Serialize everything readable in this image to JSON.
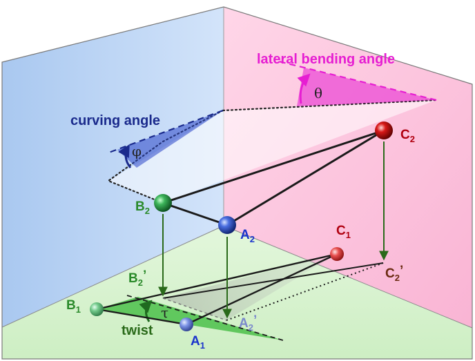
{
  "annotations": {
    "lateral_bending_angle": "lateral bending angle",
    "curving_angle": "curving angle",
    "twist": "twist"
  },
  "greek": {
    "theta": "θ",
    "phi": "φ",
    "tau": "τ"
  },
  "points": {
    "A1": {
      "letter": "A",
      "sub": "1"
    },
    "A2": {
      "letter": "A",
      "sub": "2"
    },
    "A2p": {
      "letter": "A",
      "sub": "2",
      "prime": "’"
    },
    "B1": {
      "letter": "B",
      "sub": "1"
    },
    "B2": {
      "letter": "B",
      "sub": "2"
    },
    "B2p": {
      "letter": "B",
      "sub": "2",
      "prime": "’"
    },
    "C1": {
      "letter": "C",
      "sub": "1"
    },
    "C2": {
      "letter": "C",
      "sub": "2"
    },
    "C2p": {
      "letter": "C",
      "sub": "2",
      "prime": "’"
    }
  },
  "colors": {
    "left_wall": "#b7d3f5",
    "right_wall": "#ffc6e0",
    "floor": "#d9f3d0",
    "magenta": "#e61ed2",
    "navy": "#1a2a8c",
    "green_text": "#2a8a2a",
    "blue_text": "#1a33cc",
    "red_text": "#b00010",
    "brown_text": "#6a2a10",
    "arrow_green": "#2a6a1a",
    "twist_fill": "#4ec24e"
  }
}
